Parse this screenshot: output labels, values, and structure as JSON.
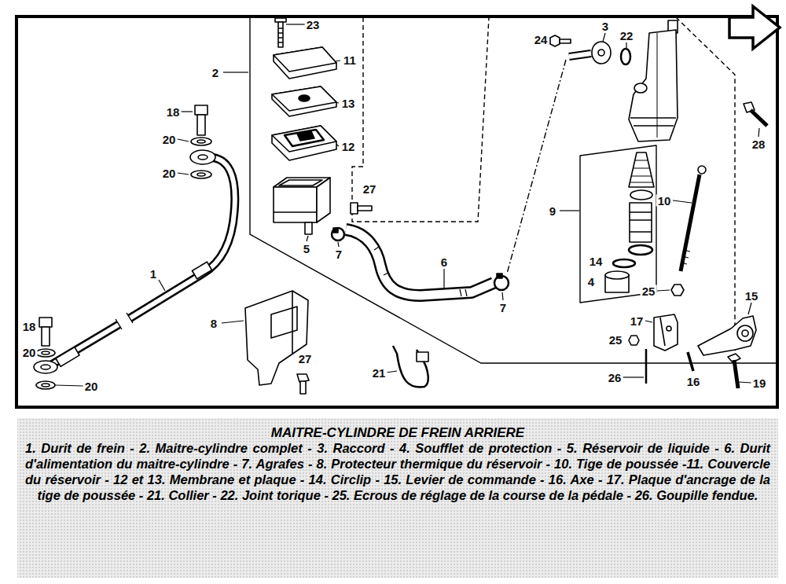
{
  "diagram": {
    "title": "MAITRE-CYLINDRE DE FREIN ARRIERE",
    "caption": "1. Durit de frein - 2. Maitre-cylindre complet - 3. Raccord - 4. Soufflet de protection - 5. Réservoir de liquide - 6. Durit d'alimentation du maitre-cylindre - 7. Agrafes - 8. Protecteur thermique du réservoir - 10. Tige de poussée -11. Couvercle du réservoir - 12 et 13. Membrane et plaque - 14. Circlip - 15. Levier de commande - 16. Axe - 17. Plaque d'ancrage de la tige de poussée - 21. Collier - 22. Joint torique - 25. Ecrous de réglage de la course de la pédale - 26. Goupille fendue.",
    "labels": [
      "3",
      "23",
      "22",
      "24",
      "11",
      "2",
      "13",
      "18",
      "28",
      "20",
      "12",
      "20",
      "27",
      "10",
      "9",
      "5",
      "7",
      "6",
      "14",
      "1",
      "4",
      "25",
      "15",
      "7",
      "17",
      "8",
      "18",
      "25",
      "20",
      "27",
      "21",
      "26",
      "16",
      "19",
      "20"
    ]
  }
}
